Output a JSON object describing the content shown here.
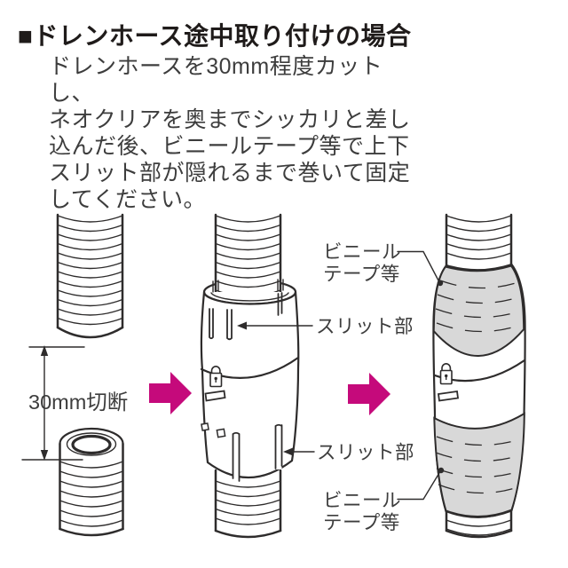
{
  "title": {
    "text": "■ドレンホース途中取り付けの場合"
  },
  "instructions": {
    "text": "ドレンホースを30mm程度カットし、\nネオクリアを奥までシッカリと差し\n込んだ後、ビニールテープ等で上下\nスリット部が隠れるまで巻いて固定\nしてください。"
  },
  "labels": {
    "cut_length": "30mm切断",
    "slit_top": "スリット部",
    "slit_bottom": "スリット部",
    "tape_top_line1": "ビニール",
    "tape_top_line2": "テープ等",
    "tape_bottom_line1": "ビニール",
    "tape_bottom_line2": "テープ等"
  },
  "colors": {
    "accent_magenta": "#c50a7b",
    "tape_gray": "#d8d8d8",
    "line": "#2e2c2c",
    "text": "#3d3d3d"
  }
}
